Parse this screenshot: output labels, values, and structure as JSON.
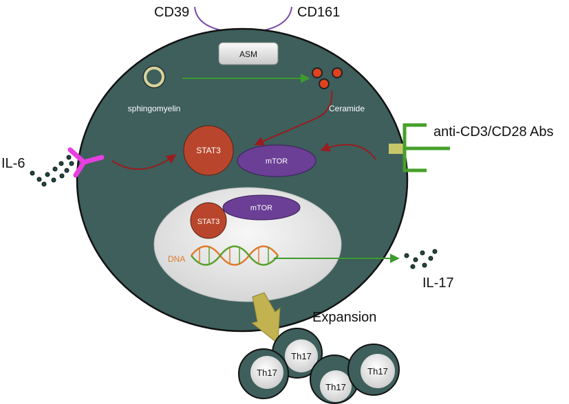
{
  "labels": {
    "cd39": "CD39",
    "cd161": "CD161",
    "asm": "ASM",
    "sphingomyelin": "sphingomyelin",
    "ceramide": "Ceramide",
    "il6": "IL-6",
    "stat3": "STAT3",
    "mtor": "mTOR",
    "anti_cd3_cd28": "anti-CD3/CD28 Abs",
    "dna": "DNA",
    "il17": "IL-17",
    "expansion": "Expansion",
    "th17": "Th17"
  },
  "colors": {
    "cell": "#3e5f5c",
    "cell_outline": "#111111",
    "nucleus": "#e4e4e4",
    "stat3": "#b9462c",
    "mtor": "#6b3f95",
    "receptor_il6": "#e83ee0",
    "receptor_cd": "#6a3f9a",
    "anti_cd_ab": "#46a02a",
    "anti_cd_stem": "#c8c66a",
    "green_arrow": "#3e9a2e",
    "red_arrow": "#9a1c1f",
    "expansion_arrow": "#c2b250",
    "ceramide_dot": "#e0421f",
    "sphingomyelin_ring": "#d8d39a",
    "dna_strand_a": "#e07a2a",
    "dna_strand_b": "#5aa02a"
  },
  "icons": [
    "receptor-icon",
    "antibody-icon",
    "cytokine-dot-icon",
    "dna-helix-icon",
    "arrow-icon"
  ]
}
